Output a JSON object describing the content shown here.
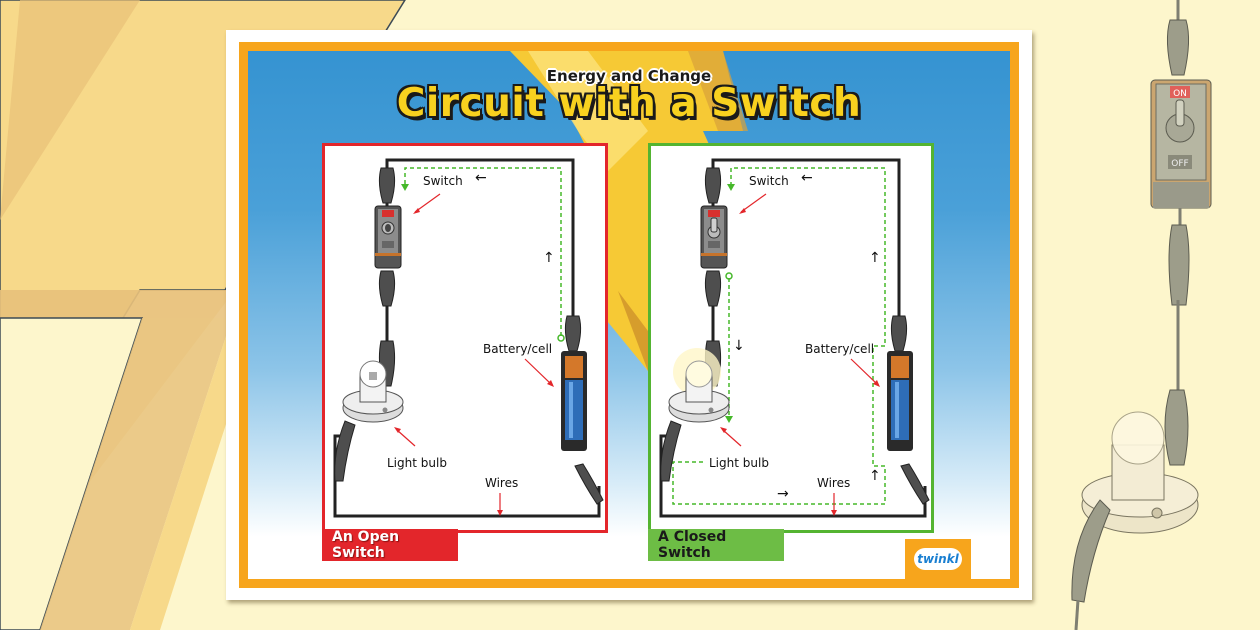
{
  "poster": {
    "subtitle": "Energy and Change",
    "title": "Circuit with a Switch",
    "brand": "twinkl",
    "colors": {
      "frame": "#f7a51c",
      "sky": "#3593d1",
      "title_fill": "#f8d11f",
      "open_accent": "#e3262b",
      "closed_accent": "#6dbd45",
      "current_path": "#46b82a",
      "label_arrow": "#e3262b"
    }
  },
  "panels": [
    {
      "id": "open",
      "caption": "An Open Switch",
      "switch_state": "OFF",
      "bulb_lit": false,
      "labels": {
        "switch": "Switch",
        "battery": "Battery/cell",
        "bulb": "Light bulb",
        "wires": "Wires"
      },
      "flow_arrows": [
        "←",
        "↑"
      ]
    },
    {
      "id": "closed",
      "caption": "A Closed Switch",
      "switch_state": "ON",
      "bulb_lit": true,
      "labels": {
        "switch": "Switch",
        "battery": "Battery/cell",
        "bulb": "Light bulb",
        "wires": "Wires"
      },
      "flow_arrows": [
        "←",
        "↑",
        "↓",
        "→",
        "↑"
      ]
    }
  ],
  "switch_labels": {
    "on": "ON",
    "off": "OFF"
  }
}
